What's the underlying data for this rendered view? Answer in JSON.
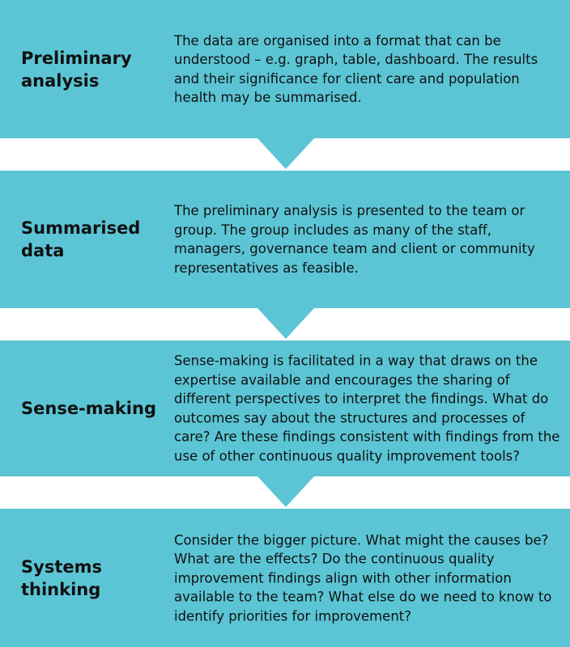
{
  "accent_color": "#5bc5d5",
  "steps": [
    {
      "label": "Preliminary analysis",
      "description": "The data are organised into a format that can be understood – e.g. graph, table, dashboard. The results and their significance for client care and population health may be summarised."
    },
    {
      "label": "Summarised data",
      "description": "The preliminary analysis is presented to the team or group. The group includes as many of the staff, managers, governance team and client or community representatives as feasible."
    },
    {
      "label": "Sense-making",
      "description": "Sense-making is facilitated in a way that draws on the expertise available and encourages the sharing of different perspectives to interpret the findings. What do outcomes say about the structures and processes of care? Are these findings consistent with findings from the use of other continuous quality improvement tools?"
    },
    {
      "label": "Systems thinking",
      "description": "Consider the bigger picture. What might the causes be? What are the effects? Do the continuous quality improvement findings align with other information available to the team? What else do we need to know to identify priorities for improvement?"
    }
  ]
}
